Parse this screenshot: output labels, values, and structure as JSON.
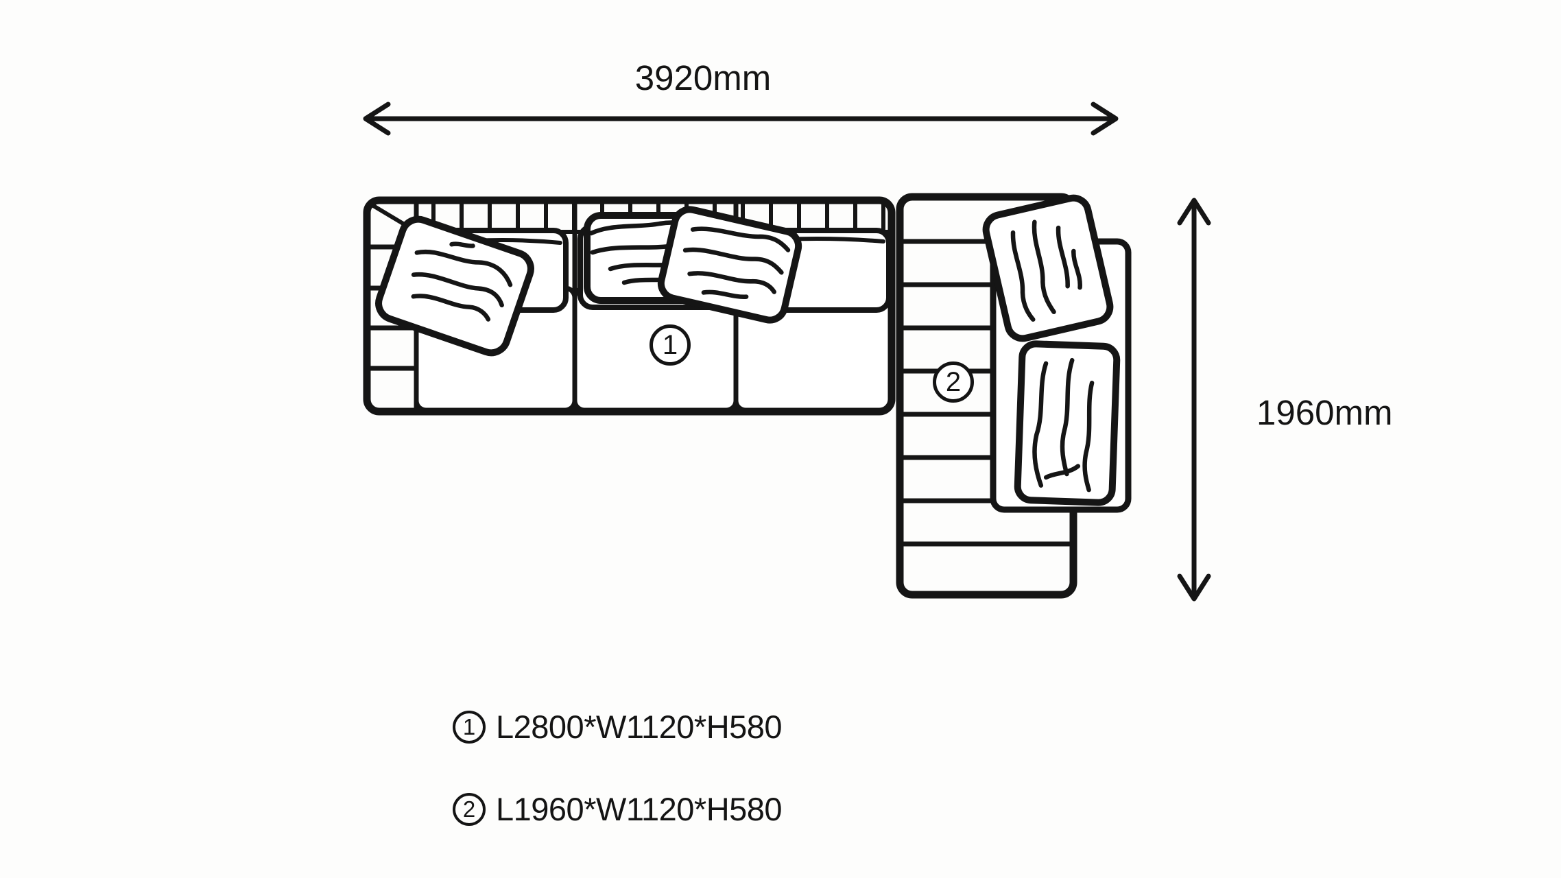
{
  "diagram": {
    "width_dimension": "3920mm",
    "depth_dimension": "1960mm",
    "section1_label": "1",
    "section2_label": "2"
  },
  "legend": {
    "items": [
      {
        "num": "1",
        "spec": "L2800*W1120*H580"
      },
      {
        "num": "2",
        "spec": "L1960*W1120*H580"
      }
    ]
  },
  "colors": {
    "ink": "#141414",
    "background": "#fdfdfc"
  }
}
